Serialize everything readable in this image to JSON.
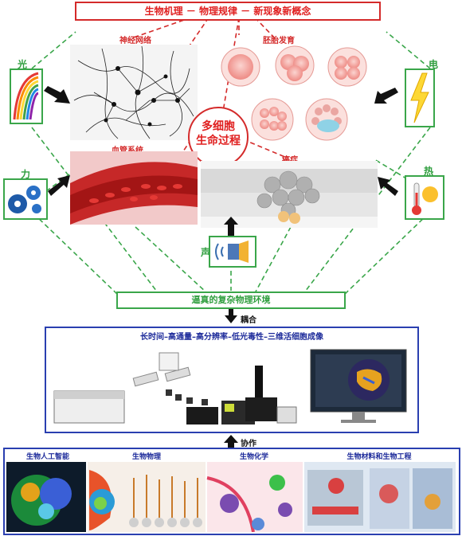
{
  "top": {
    "title": "生物机理 － 物理规律 － 新现象新概念"
  },
  "labels": {
    "neural": "神经网络",
    "embryo": "胚胎发育",
    "vascular": "血管系统",
    "cancer": "癌症",
    "center_line1": "多细胞",
    "center_line2": "生命过程"
  },
  "factors": {
    "light": "光",
    "electric": "电",
    "force": "力",
    "heat": "热",
    "sound": "声"
  },
  "environment": {
    "label": "逼真的复杂物理环境"
  },
  "coupling": {
    "label": "耦合"
  },
  "imaging": {
    "title": "长时间–高通量–高分辨率–低光毒性–三维活细胞成像"
  },
  "collab": {
    "label": "协作"
  },
  "fields": {
    "title": "",
    "items": [
      "生物人工智能",
      "生物物理",
      "生物化学",
      "生物材料和生物工程"
    ]
  },
  "colors": {
    "red": "#d42a2a",
    "green": "#3aa64a",
    "blue": "#2a3fb0"
  }
}
